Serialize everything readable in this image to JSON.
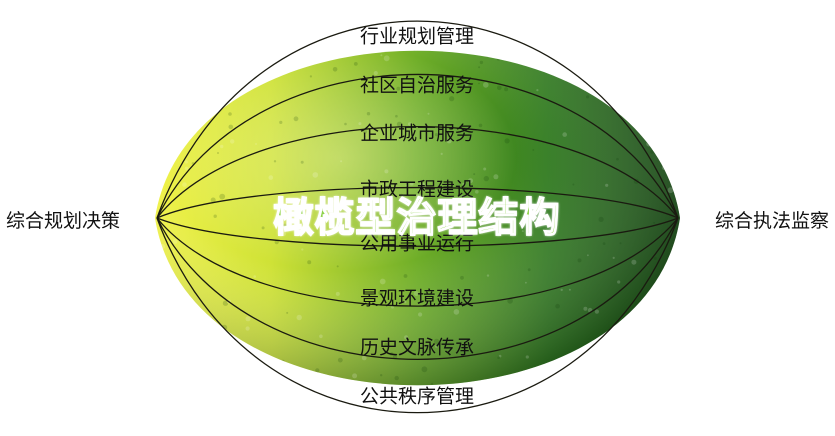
{
  "diagram": {
    "title": "橄榄型治理结构",
    "left_node": "综合规划决策",
    "right_node": "综合执法监察",
    "segments": [
      "行业规划管理",
      "社区自治服务",
      "企业城市服务",
      "市政工程建设",
      "公用事业运行",
      "景观环境建设",
      "历史文脉传承",
      "公共秩序管理"
    ],
    "colors": {
      "fruit_light": "#e2ee3a",
      "fruit_mid": "#8fc32c",
      "fruit_dark": "#1f5a1a",
      "title_fill": "#8fd24a",
      "line": "#1a1a10"
    }
  }
}
